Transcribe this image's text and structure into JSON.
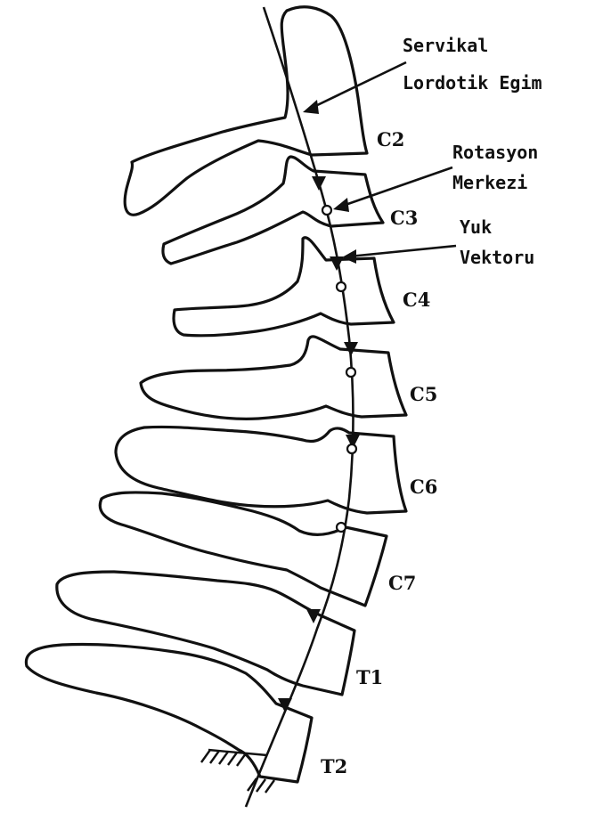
{
  "vertebrae": [
    {
      "id": "c2",
      "label": "C2"
    },
    {
      "id": "c3",
      "label": "C3"
    },
    {
      "id": "c4",
      "label": "C4"
    },
    {
      "id": "c5",
      "label": "C5"
    },
    {
      "id": "c6",
      "label": "C6"
    },
    {
      "id": "c7",
      "label": "C7"
    },
    {
      "id": "t1",
      "label": "T1"
    },
    {
      "id": "t2",
      "label": "T2"
    }
  ],
  "callouts": {
    "lordosis": {
      "line1": "Servikal",
      "line2": "Lordotik Egim"
    },
    "rotation_center": {
      "line1": "Rotasyon",
      "line2": "Merkezi"
    },
    "load_vector": {
      "line1": "Yuk",
      "line2": "Vektoru"
    }
  }
}
